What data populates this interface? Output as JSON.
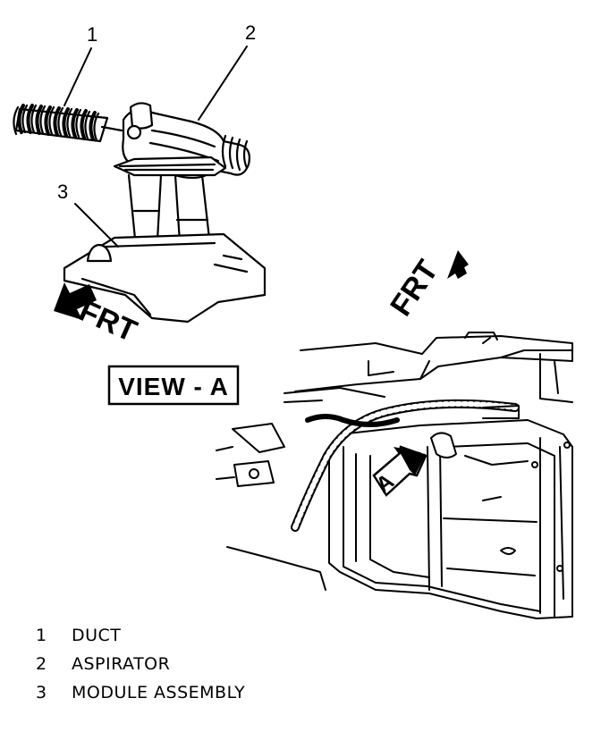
{
  "callouts": [
    "1",
    "2",
    "3"
  ],
  "view_label": "VIEW - A",
  "front_label_view": "FRT",
  "front_label_main": "FRT",
  "view_marker": "A",
  "legend": [
    {
      "num": "1",
      "name": "DUCT"
    },
    {
      "num": "2",
      "name": "ASPIRATOR"
    },
    {
      "num": "3",
      "name": "MODULE ASSEMBLY"
    }
  ]
}
